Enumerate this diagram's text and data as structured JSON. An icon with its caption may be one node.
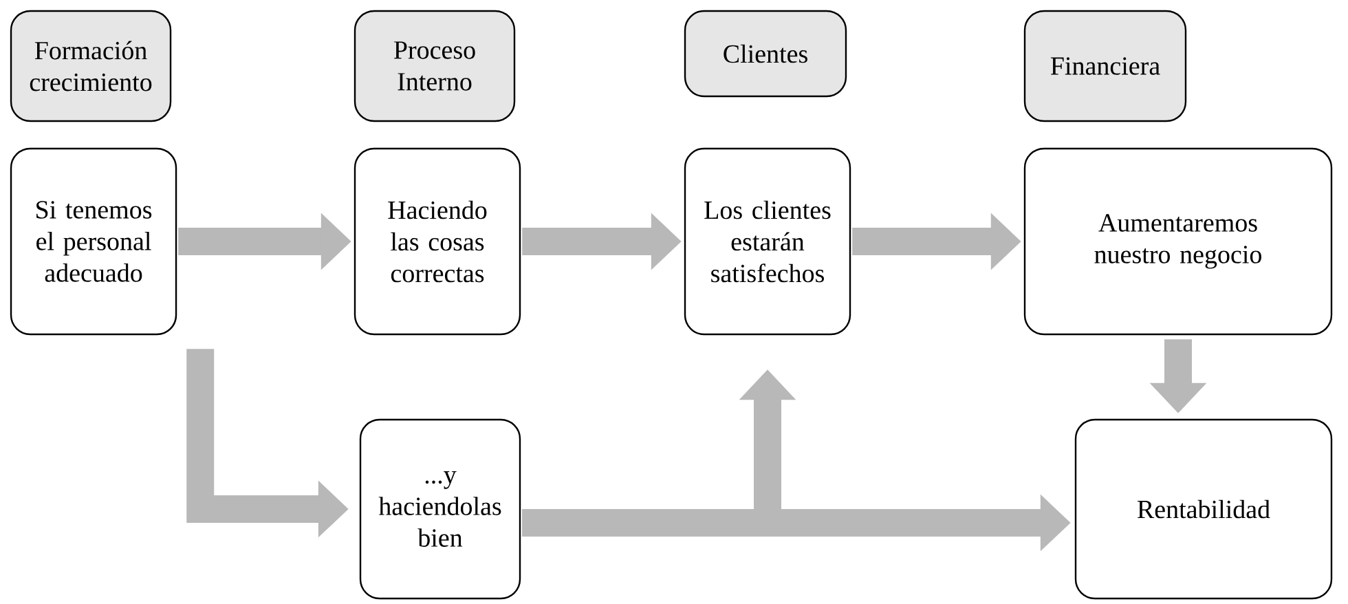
{
  "diagram": {
    "nodes": [
      {
        "text": [
          "Formación crecimiento"
        ]
      },
      {
        "text": [
          "Proceso Interno"
        ]
      },
      {
        "text": [
          "Clientes"
        ]
      },
      {
        "text": [
          "Financiera"
        ]
      },
      {
        "text": [
          "Si tenemos el personal adecuado"
        ]
      },
      {
        "text": [
          "Haciendo las cosas correctas"
        ]
      },
      {
        "text": [
          "Los clientes estarán satisfechos"
        ]
      },
      {
        "text": [
          "Aumentaremos nuestro negocio"
        ]
      },
      {
        "text": [
          "...y haciendolas bien"
        ]
      },
      {
        "text": [
          "Rentabilidad"
        ]
      }
    ],
    "edges": [
      {
        "from": 4,
        "to": 5,
        "arrow": "to"
      },
      {
        "from": 5,
        "to": 6,
        "arrow": "to"
      },
      {
        "from": 6,
        "to": 7,
        "arrow": "to"
      },
      {
        "from": 4,
        "to": 8,
        "arrow": "to"
      },
      {
        "from": 8,
        "to": 6,
        "arrow": "to"
      },
      {
        "from": 8,
        "to": 9,
        "arrow": "to"
      },
      {
        "from": 7,
        "to": 9,
        "arrow": "to"
      }
    ]
  }
}
